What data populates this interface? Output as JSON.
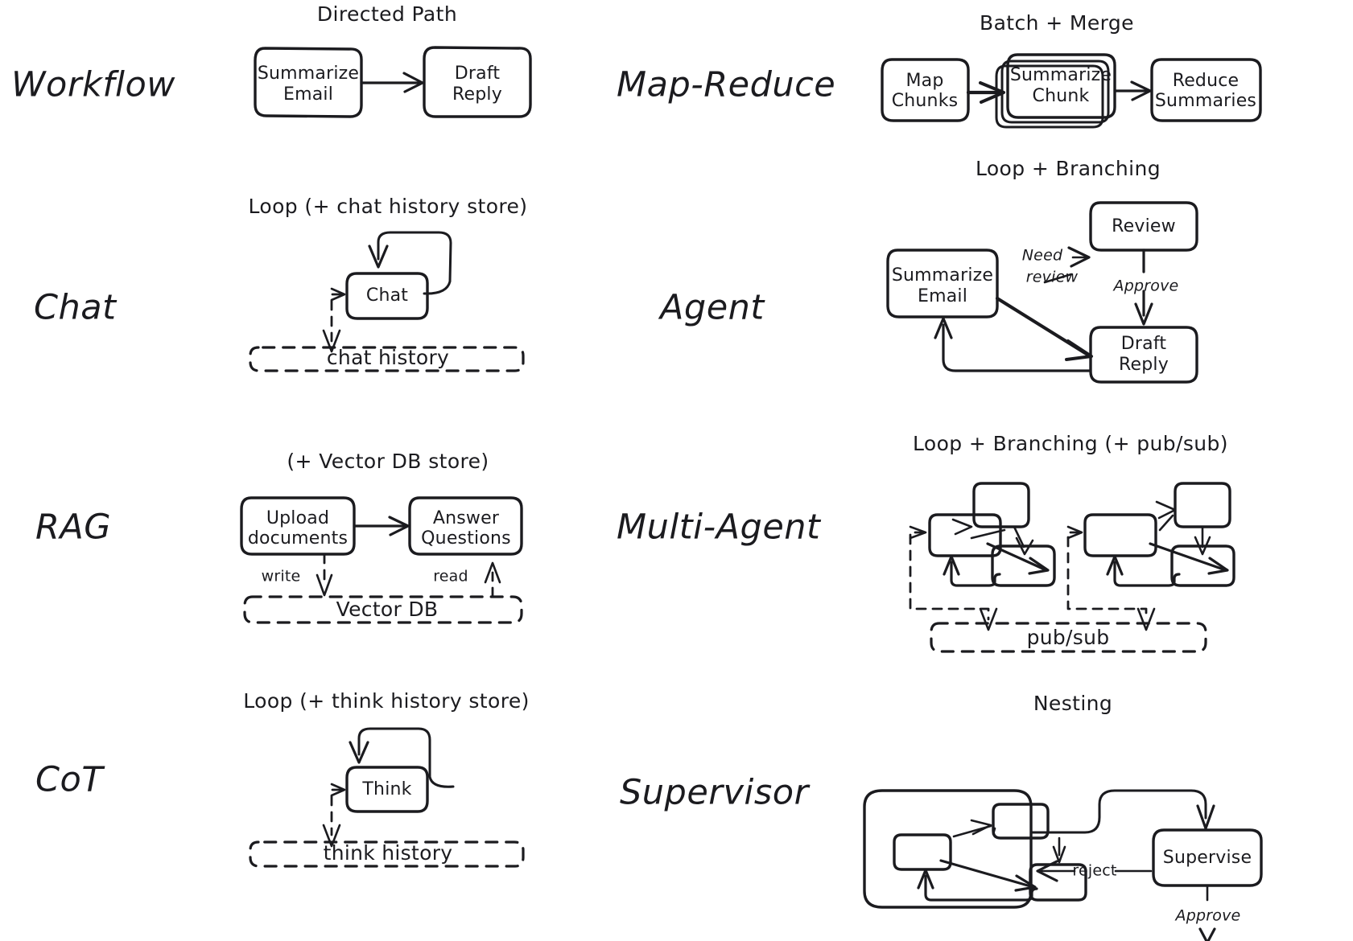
{
  "diagram": {
    "style": "hand-drawn-sketch",
    "background_color": "#ffffff",
    "ink_color": "#1b1b1f",
    "rows": [
      {
        "id": "workflow",
        "label": "Workflow",
        "panel_title": "Directed Path",
        "nodes": [
          "Summarize Email",
          "Draft Reply"
        ]
      },
      {
        "id": "map-reduce",
        "label": "Map-Reduce",
        "panel_title": "Batch + Merge",
        "nodes": [
          "Map Chunks",
          "Summarize Chunk",
          "Reduce Summaries"
        ]
      },
      {
        "id": "chat",
        "label": "Chat",
        "panel_title": "Loop (+ chat history store)",
        "nodes": [
          "Chat"
        ],
        "store": "chat history"
      },
      {
        "id": "agent",
        "label": "Agent",
        "panel_title": "Loop + Branching",
        "nodes": [
          "Summarize Email",
          "Review",
          "Draft Reply"
        ],
        "edge_labels": [
          "Need review",
          "Approve"
        ]
      },
      {
        "id": "rag",
        "label": "RAG",
        "panel_title": "(+ Vector DB store)",
        "nodes": [
          "Upload documents",
          "Answer Questions"
        ],
        "store": "Vector DB",
        "edge_labels": [
          "write",
          "read"
        ]
      },
      {
        "id": "multi-agent",
        "label": "Multi-Agent",
        "panel_title": "Loop + Branching (+ pub/sub)",
        "nodes": [],
        "store": "pub/sub"
      },
      {
        "id": "cot",
        "label": "CoT",
        "panel_title": "Loop (+ think history store)",
        "nodes": [
          "Think"
        ],
        "store": "think history"
      },
      {
        "id": "supervisor",
        "label": "Supervisor",
        "panel_title": "Nesting",
        "nodes": [
          "Supervise"
        ],
        "edge_labels": [
          "reject",
          "Approve"
        ]
      }
    ]
  },
  "labels": {
    "workflow": "Workflow",
    "map_reduce": "Map-Reduce",
    "chat": "Chat",
    "agent": "Agent",
    "rag": "RAG",
    "multi_agent": "Multi-Agent",
    "cot": "CoT",
    "supervisor": "Supervisor"
  },
  "titles": {
    "directed_path": "Directed Path",
    "batch_merge": "Batch + Merge",
    "loop_chat": "Loop (+ chat history store)",
    "loop_branching": "Loop + Branching",
    "vector_db_store": "(+ Vector DB store)",
    "loop_branching_pubsub": "Loop + Branching (+ pub/sub)",
    "loop_think": "Loop (+ think history store)",
    "nesting": "Nesting"
  },
  "nodes": {
    "summarize_email_1": "Summarize",
    "summarize_email_2": "Email",
    "draft_reply_1": "Draft",
    "draft_reply_2": "Reply",
    "map_chunks_1": "Map",
    "map_chunks_2": "Chunks",
    "summarize_chunk_1": "Summarize",
    "summarize_chunk_2": "Chunk",
    "reduce_summaries_1": "Reduce",
    "reduce_summaries_2": "Summaries",
    "chat": "Chat",
    "review": "Review",
    "agent_summarize_1": "Summarize",
    "agent_summarize_2": "Email",
    "agent_draft_1": "Draft",
    "agent_draft_2": "Reply",
    "upload_documents_1": "Upload",
    "upload_documents_2": "documents",
    "answer_questions_1": "Answer",
    "answer_questions_2": "Questions",
    "think": "Think",
    "supervise": "Supervise"
  },
  "stores": {
    "chat_history": "chat history",
    "vector_db": "Vector DB",
    "pub_sub": "pub/sub",
    "think_history": "think history"
  },
  "edge_labels": {
    "need": "Need",
    "review": "review",
    "approve_agent": "Approve",
    "write": "write",
    "read": "read",
    "reject": "reject",
    "approve_supervisor": "Approve"
  }
}
